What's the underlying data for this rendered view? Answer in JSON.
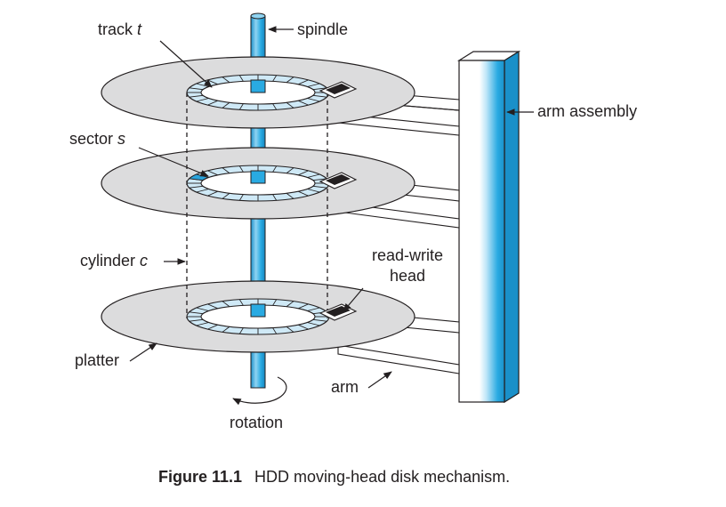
{
  "labels": {
    "track_prefix": "track ",
    "track_var": "t",
    "spindle": "spindle",
    "arm_assembly": "arm assembly",
    "sector_prefix": "sector ",
    "sector_var": "s",
    "cylinder_prefix": "cylinder ",
    "cylinder_var": "c",
    "read_write_line1": "read-write",
    "read_write_line2": "head",
    "platter": "platter",
    "arm": "arm",
    "rotation": "rotation"
  },
  "caption": {
    "number": "Figure 11.1",
    "text": "HDD moving-head disk mechanism."
  },
  "colors": {
    "platter_fill": "#dcdcdd",
    "track_fill": "#cfe9f6",
    "spindle_blue": "#29aae2",
    "sector_highlight": "#2aa3db",
    "head": "#231f20"
  }
}
